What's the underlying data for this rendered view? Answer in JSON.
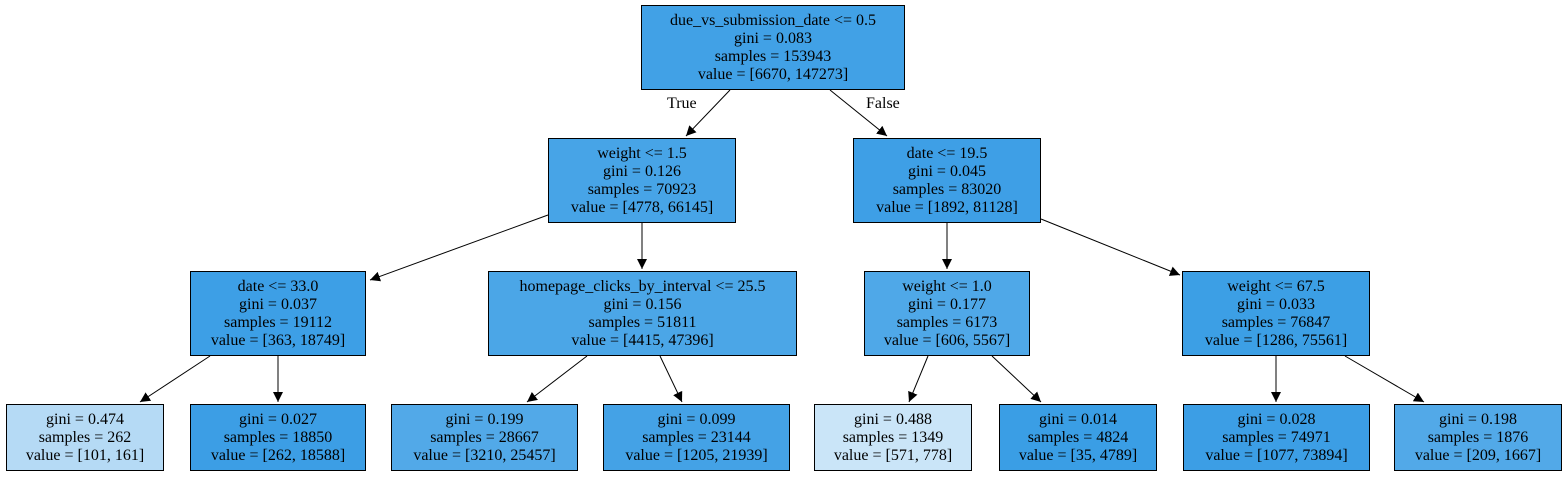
{
  "nodes": [
    {
      "id": "n0",
      "condition": "due_vs_submission_date <= 0.5",
      "gini": "gini = 0.083",
      "samples": "samples = 153943",
      "value": "value = [6670, 147273]",
      "color": "#41a1e6"
    },
    {
      "id": "n1",
      "condition": "weight <= 1.5",
      "gini": "gini = 0.126",
      "samples": "samples = 70923",
      "value": "value = [4778, 66145]",
      "color": "#47a4e7"
    },
    {
      "id": "n2",
      "condition": "date <= 19.5",
      "gini": "gini = 0.045",
      "samples": "samples = 83020",
      "value": "value = [1892, 81128]",
      "color": "#3e9fe6"
    },
    {
      "id": "n3",
      "condition": "date <= 33.0",
      "gini": "gini = 0.037",
      "samples": "samples = 19112",
      "value": "value = [363, 18749]",
      "color": "#3d9fe6"
    },
    {
      "id": "n4",
      "condition": "homepage_clicks_by_interval <= 25.5",
      "gini": "gini = 0.156",
      "samples": "samples = 51811",
      "value": "value = [4415, 47396]",
      "color": "#4ba6e7"
    },
    {
      "id": "n5",
      "condition": "weight <= 1.0",
      "gini": "gini = 0.177",
      "samples": "samples = 6173",
      "value": "value = [606, 5567]",
      "color": "#4fa8e8"
    },
    {
      "id": "n6",
      "condition": "weight <= 67.5",
      "gini": "gini = 0.033",
      "samples": "samples = 76847",
      "value": "value = [1286, 75561]",
      "color": "#3c9fe5"
    },
    {
      "id": "n7",
      "condition": "",
      "gini": "gini = 0.474",
      "samples": "samples = 262",
      "value": "value = [101, 161]",
      "color": "#b5daf5"
    },
    {
      "id": "n8",
      "condition": "",
      "gini": "gini = 0.027",
      "samples": "samples = 18850",
      "value": "value = [262, 18588]",
      "color": "#3c9ee5"
    },
    {
      "id": "n9",
      "condition": "",
      "gini": "gini = 0.199",
      "samples": "samples = 28667",
      "value": "value = [3210, 25457]",
      "color": "#52a9e8"
    },
    {
      "id": "n10",
      "condition": "",
      "gini": "gini = 0.099",
      "samples": "samples = 23144",
      "value": "value = [1205, 21939]",
      "color": "#44a2e6"
    },
    {
      "id": "n11",
      "condition": "",
      "gini": "gini = 0.488",
      "samples": "samples = 1349",
      "value": "value = [571, 778]",
      "color": "#cae5f8"
    },
    {
      "id": "n12",
      "condition": "",
      "gini": "gini = 0.014",
      "samples": "samples = 4824",
      "value": "value = [35, 4789]",
      "color": "#3a9ee5"
    },
    {
      "id": "n13",
      "condition": "",
      "gini": "gini = 0.028",
      "samples": "samples = 74971",
      "value": "value = [1077, 73894]",
      "color": "#3c9ee5"
    },
    {
      "id": "n14",
      "condition": "",
      "gini": "gini = 0.198",
      "samples": "samples = 1876",
      "value": "value = [209, 1667]",
      "color": "#52a9e8"
    }
  ],
  "edges": [
    {
      "from": "n0",
      "to": "n1",
      "label": "True"
    },
    {
      "from": "n0",
      "to": "n2",
      "label": "False"
    },
    {
      "from": "n1",
      "to": "n3",
      "label": ""
    },
    {
      "from": "n1",
      "to": "n4",
      "label": ""
    },
    {
      "from": "n2",
      "to": "n5",
      "label": ""
    },
    {
      "from": "n2",
      "to": "n6",
      "label": ""
    },
    {
      "from": "n3",
      "to": "n7",
      "label": ""
    },
    {
      "from": "n3",
      "to": "n8",
      "label": ""
    },
    {
      "from": "n4",
      "to": "n9",
      "label": ""
    },
    {
      "from": "n4",
      "to": "n10",
      "label": ""
    },
    {
      "from": "n5",
      "to": "n11",
      "label": ""
    },
    {
      "from": "n5",
      "to": "n12",
      "label": ""
    },
    {
      "from": "n6",
      "to": "n13",
      "label": ""
    },
    {
      "from": "n6",
      "to": "n14",
      "label": ""
    }
  ]
}
